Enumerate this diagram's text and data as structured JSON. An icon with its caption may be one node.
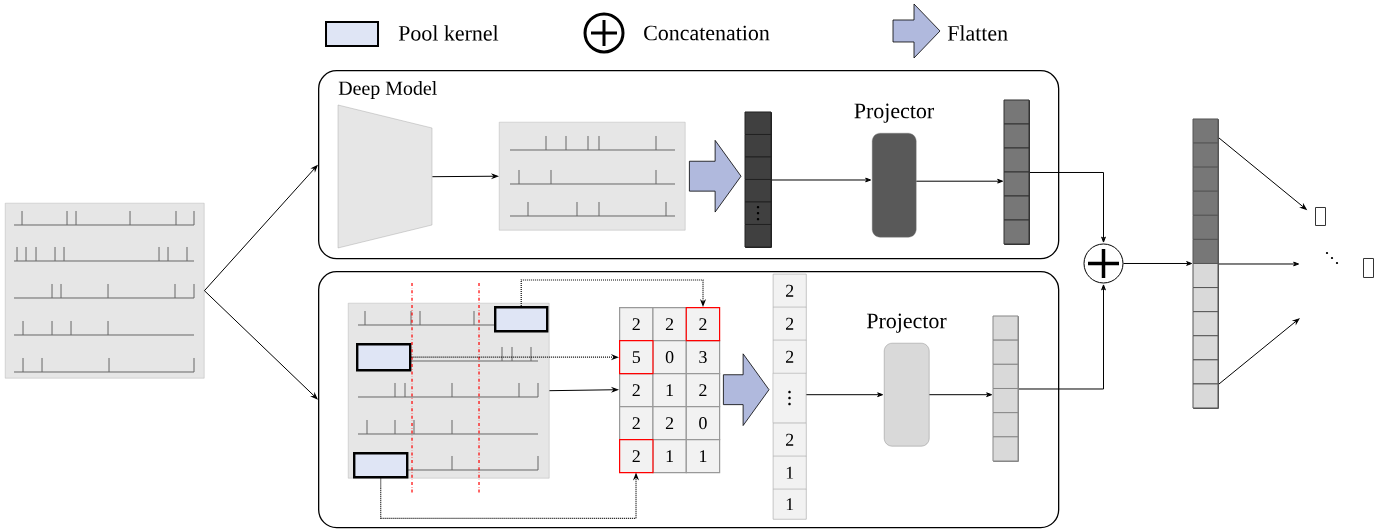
{
  "diagram": {
    "nodes": [
      {
        "text": [],
        "shape": "box"
      },
      {
        "text": [
          "Deep Model"
        ]
      },
      {
        "text": [],
        "shape": "trapezoid",
        "in": 1
      },
      {
        "text": [],
        "shape": "box",
        "in": 1
      },
      {
        "text": [],
        "shape": "bar",
        "in": 1
      },
      {
        "text": [
          "Projector"
        ],
        "in": 1
      },
      {
        "text": [],
        "shape": "bar",
        "in": 1
      },
      {
        "text": [],
        "shape": "box"
      },
      {
        "text": [],
        "shape": "box",
        "in": 7
      },
      {
        "text": [],
        "shape": "box",
        "in": 8
      },
      {
        "text": [],
        "shape": "box",
        "in": 8
      },
      {
        "text": [],
        "shape": "box",
        "in": 8
      },
      {
        "text": [
          "2",
          "2",
          "2",
          "5",
          "0",
          "3",
          "2",
          "1",
          "2",
          "2",
          "2",
          "0",
          "2",
          "1",
          "1"
        ],
        "in": 7
      },
      {
        "text": [
          "2",
          "2",
          "2",
          "2",
          "1",
          "1"
        ],
        "in": 7
      },
      {
        "text": [
          "Projector"
        ],
        "in": 7
      },
      {
        "text": [],
        "shape": "bar",
        "in": 7
      },
      {
        "text": [],
        "shape": "circle"
      },
      {
        "text": [],
        "shape": "bar"
      },
      {
        "text": [],
        "shape": "box"
      },
      {
        "text": [],
        "shape": "box"
      }
    ],
    "edges": [
      {
        "from": 0,
        "to": 1,
        "arrow": "to"
      },
      {
        "from": 0,
        "to": 7,
        "arrow": "to"
      },
      {
        "from": 2,
        "to": 3,
        "arrow": "to"
      },
      {
        "from": 3,
        "to": 4,
        "arrow": "to"
      },
      {
        "from": 4,
        "to": 5,
        "arrow": "to"
      },
      {
        "from": 5,
        "to": 6,
        "arrow": "to"
      },
      {
        "from": 6,
        "to": 16,
        "arrow": "to"
      },
      {
        "from": 8,
        "to": 12,
        "arrow": "to"
      },
      {
        "from": 9,
        "to": 12,
        "arrow": "to",
        "style": "dashed"
      },
      {
        "from": 10,
        "to": 12,
        "arrow": "to",
        "style": "dashed"
      },
      {
        "from": 11,
        "to": 12,
        "arrow": "to",
        "style": "dashed"
      },
      {
        "from": 12,
        "to": 13,
        "arrow": "to"
      },
      {
        "from": 13,
        "to": 14,
        "arrow": "to"
      },
      {
        "from": 14,
        "to": 15,
        "arrow": "to"
      },
      {
        "from": 15,
        "to": 16,
        "arrow": "to"
      },
      {
        "from": 16,
        "to": 17,
        "arrow": "to"
      },
      {
        "from": 17,
        "to": 18,
        "arrow": "to"
      },
      {
        "from": 17,
        "to": null,
        "arrow": "to"
      },
      {
        "from": 17,
        "to": null,
        "arrow": "to"
      }
    ],
    "legend": [
      {
        "text": "Pool kernel",
        "color": "#dfe5f5"
      },
      {
        "text": "Concatenation"
      },
      {
        "text": "Flatten"
      }
    ]
  }
}
